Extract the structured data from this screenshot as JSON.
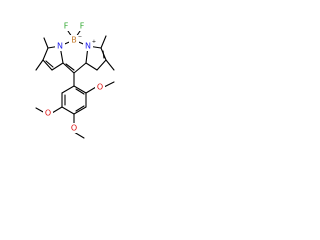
{
  "molecule": {
    "atoms": {
      "F_left": "F",
      "F_right": "F",
      "N_left": "N",
      "N_right": "N",
      "B": "B",
      "O_ortho": "O",
      "O_meta": "O",
      "O_para": "O",
      "charge_B": "−",
      "charge_N": "+"
    },
    "colors": {
      "bond": "#000000",
      "fluorine": "#33aa33",
      "nitrogen": "#2222ee",
      "boron": "#c47a2a",
      "oxygen": "#dd1111"
    }
  }
}
